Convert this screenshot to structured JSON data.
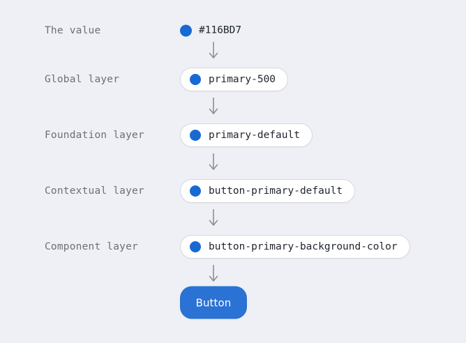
{
  "theme": {
    "background": "#eef0f5",
    "dot_color": "#1769d4",
    "chip_background": "#ffffff",
    "chip_border": "#d5d7de",
    "label_color": "#6a6f7a",
    "text_color": "#21262e",
    "button_color": "#2a72d4",
    "button_text_color": "#ffffff",
    "arrow_color": "#8a8f99"
  },
  "rows": [
    {
      "label": "The value",
      "node_type": "value",
      "dot": true,
      "text": "#116BD7",
      "icon": "color-swatch-dot-icon"
    },
    {
      "label": "Global layer",
      "node_type": "chip",
      "dot": true,
      "text": "primary-500",
      "icon": "color-swatch-dot-icon"
    },
    {
      "label": "Foundation layer",
      "node_type": "chip",
      "dot": true,
      "text": "primary-default",
      "icon": "color-swatch-dot-icon"
    },
    {
      "label": "Contextual layer",
      "node_type": "chip",
      "dot": true,
      "text": "button-primary-default",
      "icon": "color-swatch-dot-icon"
    },
    {
      "label": "Component layer",
      "node_type": "chip",
      "dot": true,
      "text": "button-primary-background-color",
      "icon": "color-swatch-dot-icon"
    },
    {
      "label": "",
      "node_type": "button",
      "dot": false,
      "text": "Button",
      "icon": ""
    }
  ],
  "arrows": {
    "count": 5,
    "icon": "arrow-down-icon",
    "direction": "down"
  }
}
